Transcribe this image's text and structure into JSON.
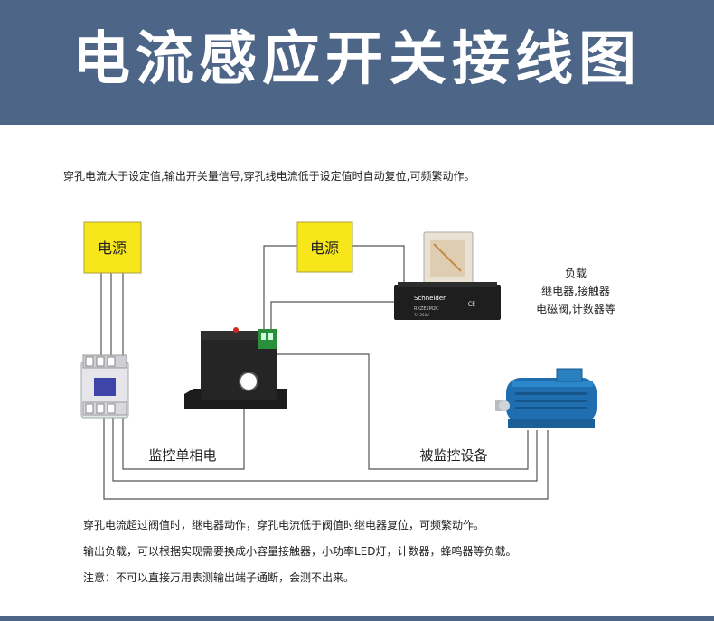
{
  "title": "电流感应开关接线图",
  "intro": "穿孔电流大于设定值,输出开关量信号,穿孔线电流低于设定值时自动复位,可频繁动作。",
  "diagram": {
    "power_left": "电源",
    "power_right": "电源",
    "load_label_lines": [
      "负载",
      "继电器,接触器",
      "电磁阀,计数器等"
    ],
    "monitor_single_phase": "监控单相电",
    "monitored_equipment": "被监控设备",
    "relay_brand": "Schneider",
    "relay_model": "RXZE1M2C",
    "relay_rating": "7A 250V~",
    "relay_ce": "CE"
  },
  "notes": [
    "穿孔电流超过阀值时，继电器动作，穿孔电流低于阀值时继电器复位，可频繁动作。",
    "输出负载，可以根据实现需要换成小容量接触器，小功率LED灯，计数器，蜂鸣器等负载。",
    "注意：不可以直接万用表测输出端子通断，会测不出来。"
  ],
  "colors": {
    "header_bg": "#4d6587",
    "label_box": "#f7e619",
    "motor_blue": "#1f6fb0"
  }
}
